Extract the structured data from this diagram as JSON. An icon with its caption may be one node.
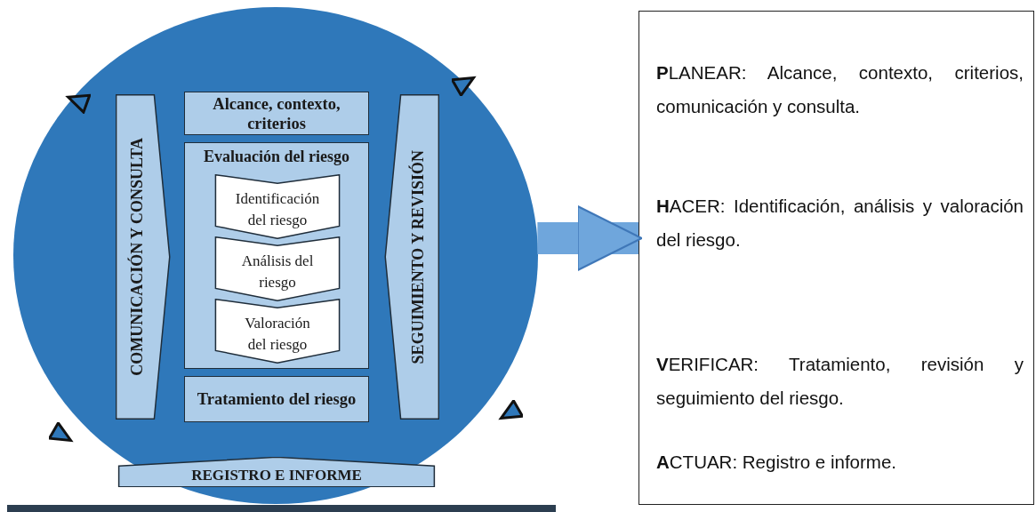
{
  "diagram": {
    "nodes": [
      {
        "text": [],
        "shape": "circle"
      },
      {
        "text": [
          "COMUNICACIÓN Y CONSULTA"
        ],
        "in": 0
      },
      {
        "text": [
          "Alcance, contexto, criterios"
        ],
        "in": 0
      },
      {
        "text": [
          "Evaluación del riesgo"
        ],
        "in": 0
      },
      {
        "text": [
          "Identificación del riesgo"
        ],
        "in": 3
      },
      {
        "text": [
          "Análisis del riesgo"
        ],
        "in": 3
      },
      {
        "text": [
          "Valoración del riesgo"
        ],
        "in": 3
      },
      {
        "text": [
          "Tratamiento del riesgo"
        ],
        "in": 0
      },
      {
        "text": [
          "SEGUIMIENTO Y REVISIÓN"
        ],
        "in": 0
      },
      {
        "text": [
          "REGISTRO E INFORME"
        ],
        "in": 0
      },
      {
        "text": [
          "**P**LANEAR: Alcance, contexto, criterios, comunicación y consulta.",
          "**H**ACER: Identificación, análisis y valoración del riesgo.",
          "**V**ERIFICAR: Tratamiento, revisión y seguimiento del riesgo.",
          "**A**CTUAR: Registro e informe."
        ]
      }
    ],
    "edges": [
      {
        "from": 0,
        "to": 10,
        "arrow": "to"
      }
    ]
  }
}
